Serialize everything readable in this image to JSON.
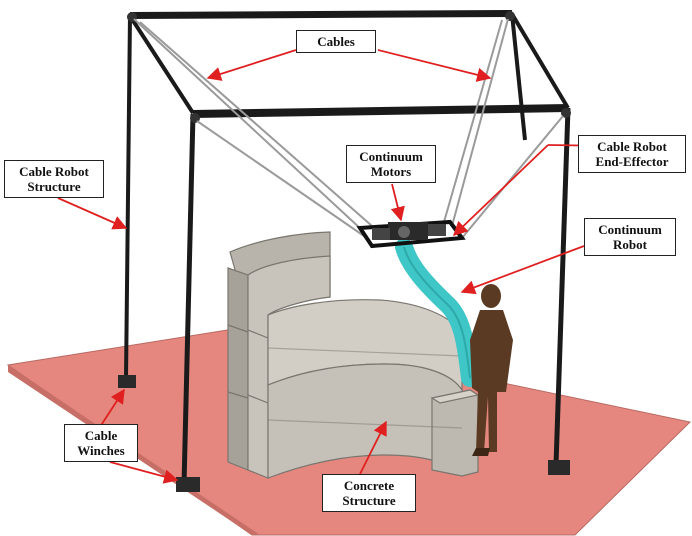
{
  "labels": {
    "cables": [
      "Cables"
    ],
    "cable_robot_structure": [
      "Cable Robot",
      "Structure"
    ],
    "continuum_motors": [
      "Continuum",
      "Motors"
    ],
    "cable_robot_end_effector": [
      "Cable Robot",
      "End-Effector"
    ],
    "continuum_robot": [
      "Continuum",
      "Robot"
    ],
    "cable_winches": [
      "Cable",
      "Winches"
    ],
    "concrete_structure": [
      "Concrete",
      "Structure"
    ]
  },
  "colors": {
    "floor": "#e5877e",
    "frame": "#1a1a1a",
    "cable": "#9a9a9a",
    "concrete": "#c8c3ba",
    "continuum_robot": "#3fc6c6",
    "figure": "#5a3a22",
    "arrow": "#e02020"
  }
}
